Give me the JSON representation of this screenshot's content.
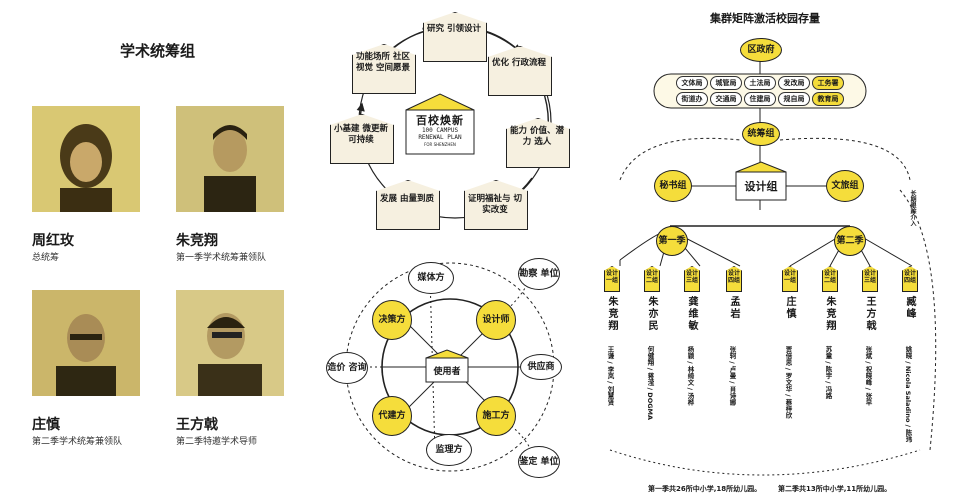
{
  "left_panel": {
    "title": "学术统筹组",
    "people": [
      {
        "name": "周红玫",
        "role": "总统筹"
      },
      {
        "name": "朱竞翔",
        "role": "第一季学术统筹兼领队"
      },
      {
        "name": "庄慎",
        "role": "第二季学术统筹兼领队"
      },
      {
        "name": "王方戟",
        "role": "第二季特邀学术导师"
      }
    ]
  },
  "cycle": {
    "center_title": "百校焕新",
    "center_sub1": "100 CAMPUS",
    "center_sub2": "RENEWAL PLAN",
    "center_sub3": "FOR SHENZHEN",
    "nodes": [
      "研究 引领设计",
      "优化 行政流程",
      "能力 价值、潜力 选人",
      "证明福祉与 切实改变",
      "发展 由量到质",
      "小基建 微更新 可持续",
      "功能场所 社区视觉 空间愿景"
    ]
  },
  "network": {
    "center": "使用者",
    "inner": [
      "媒体方",
      "设计师",
      "施工方",
      "监理方",
      "代建方",
      "决策方"
    ],
    "outer": [
      "勘察 单位",
      "供应商",
      "鉴定 单位",
      "造价 咨询"
    ]
  },
  "org": {
    "title": "集群矩阵激活校园存量",
    "district": "区政府",
    "bureaus_row1": [
      "文体局",
      "城管局",
      "土法局",
      "发改局",
      "工务署"
    ],
    "bureaus_row2": [
      "街道办",
      "交通局",
      "住建局",
      "规自局",
      "教育局"
    ],
    "coord": "统筹组",
    "secretary": "秘书组",
    "design": "设计组",
    "culture": "文旅组",
    "season1": "第一季",
    "season2": "第二季",
    "side_note": "长期跟踪介入",
    "groups": [
      {
        "tag": "设计 一组",
        "lead": "朱竞翔",
        "members": "王谦 / 李岚 / 刘慧贤"
      },
      {
        "tag": "设计 二组",
        "lead": "朱亦民",
        "members": "何健翔 / 蒋滢 / DOGMA"
      },
      {
        "tag": "设计 三组",
        "lead": "龚维敏",
        "members": "杨颖 / 林绮文 / 汤桦"
      },
      {
        "tag": "设计 四组",
        "lead": "孟岩",
        "members": "张轲 / 卢曼 / 肖诗娜"
      },
      {
        "tag": "设计 一组",
        "lead": "庄慎",
        "members": "贾倍思 / 罗文华 / 蔡梓欣"
      },
      {
        "tag": "设计 二组",
        "lead": "朱竞翔",
        "members": "苏童 / 陈宇 / 冯路"
      },
      {
        "tag": "设计 三组",
        "lead": "王方戟",
        "members": "张斌 / 祝晓峰 / 张早"
      },
      {
        "tag": "设计 四组",
        "lead": "臧峰",
        "members": "姚晓 / Nicola Saladino / 陈玮"
      }
    ],
    "footer1": "第一季共26所中小学,18所幼儿园。",
    "footer2": "第二季共13所中小学,11所幼儿园。"
  }
}
